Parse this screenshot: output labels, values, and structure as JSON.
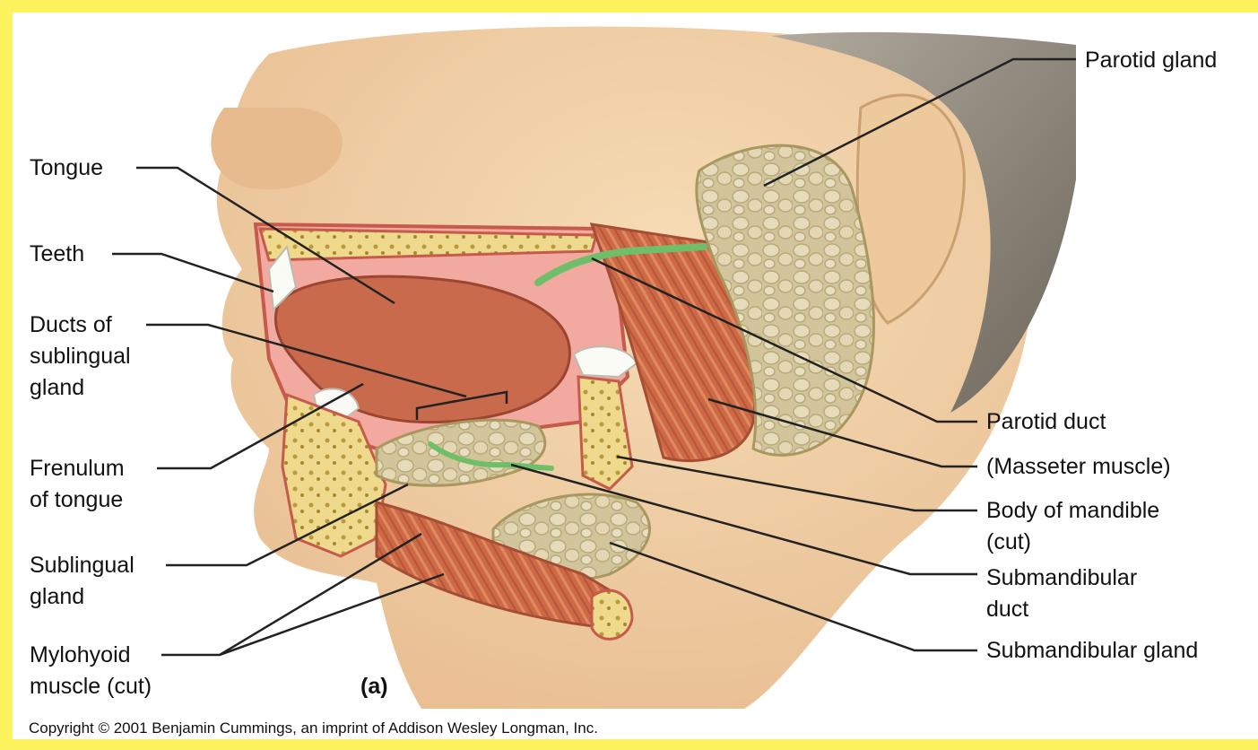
{
  "panel": "(a)",
  "copyright": "Copyright © 2001 Benjamin Cummings, an imprint of Addison Wesley Longman, Inc.",
  "labels_left": [
    "Tongue",
    "Teeth",
    "Ducts of\nsublingual\ngland",
    "Frenulum\nof tongue",
    "Sublingual\ngland",
    "Mylohyoid\nmuscle (cut)"
  ],
  "labels_right": [
    "Parotid gland",
    "Parotid duct",
    "(Masseter muscle)",
    "Body of mandible\n(cut)",
    "Submandibular\nduct",
    "Submandibular gland"
  ],
  "colors": {
    "frame": "#fdf35c",
    "skin": "#f3d2a8",
    "muscle": "#cf6a45",
    "gland": "#d8cba2",
    "duct": "#6fbf6a",
    "bone": "#f0e0a0",
    "hair": "#8a8378"
  }
}
